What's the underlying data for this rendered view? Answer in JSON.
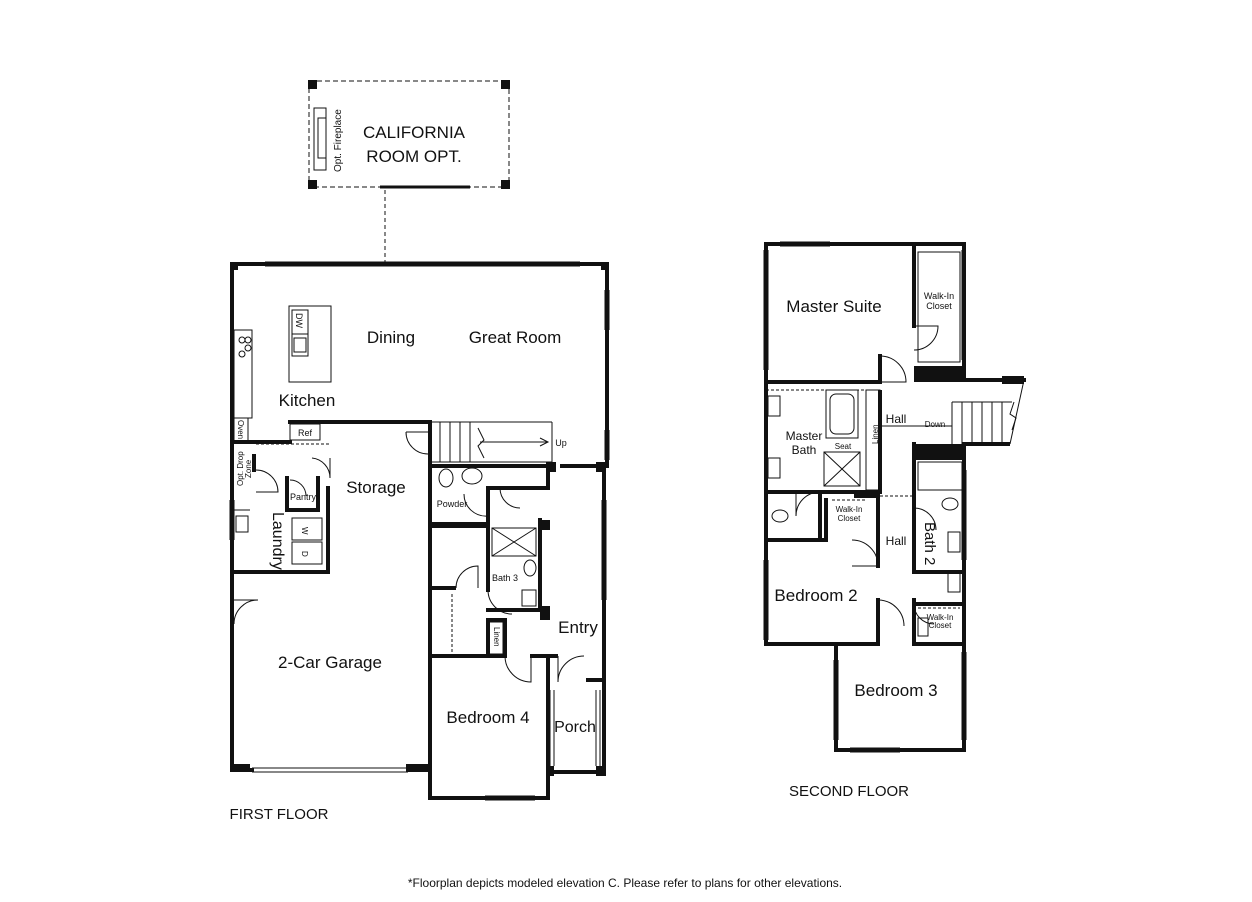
{
  "california_room": {
    "line1": "CALIFORNIA",
    "line2": "ROOM OPT.",
    "fireplace": "Opt. Fireplace"
  },
  "first_floor": {
    "caption": "FIRST FLOOR",
    "rooms": {
      "dining": "Dining",
      "great_room": "Great Room",
      "kitchen": "Kitchen",
      "storage": "Storage",
      "laundry": "Laundry",
      "garage": "2-Car Garage",
      "entry": "Entry",
      "bedroom4": "Bedroom 4",
      "porch": "Porch"
    },
    "labels": {
      "dw": "DW",
      "oven": "Oven",
      "ref": "Ref",
      "opt_drop": "Opt. Drop",
      "zone": "Zone",
      "pantry": "Pantry",
      "washer": "W",
      "dryer": "D",
      "up": "Up",
      "powder": "Powder",
      "bath3": "Bath 3",
      "linen": "Linen"
    }
  },
  "second_floor": {
    "caption": "SECOND FLOOR",
    "rooms": {
      "master_suite": "Master Suite",
      "master_bath_1": "Master",
      "master_bath_2": "Bath",
      "hall_upper": "Hall",
      "hall_lower": "Hall",
      "bath2": "Bath 2",
      "bedroom2": "Bedroom 2",
      "bedroom3": "Bedroom 3"
    },
    "labels": {
      "walkin_1a": "Walk-In",
      "walkin_1b": "Closet",
      "walkin_2a": "Walk-In",
      "walkin_2b": "Closet",
      "walkin_3a": "Walk-In",
      "walkin_3b": "Closet",
      "seat": "Seat",
      "linen": "Linen",
      "down": "Down"
    }
  },
  "footnote": "*Floorplan depicts modeled elevation C. Please refer to plans for other elevations."
}
